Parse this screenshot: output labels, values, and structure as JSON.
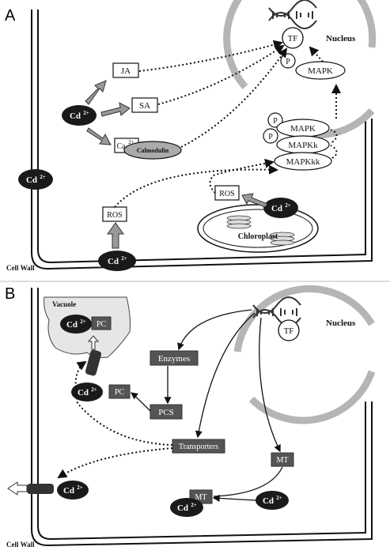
{
  "panel_a": {
    "label": "A",
    "nucleus": "Nucleus",
    "tf": "TF",
    "p": "P",
    "mapk": "MAPK",
    "mapkk": "MAPKk",
    "mapkkk": "MAPKkk",
    "ja": "JA",
    "sa": "SA",
    "ca": "Ca",
    "ca_sup": "2+",
    "calmodulin": "Calmodulin",
    "ros": "ROS",
    "chloroplast": "Chloroplast",
    "cell_wall": "Cell Wall",
    "cd": "Cd",
    "cd_sup": "2+"
  },
  "panel_b": {
    "label": "B",
    "vacuole": "Vacuole",
    "nucleus": "Nucleus",
    "tf": "TF",
    "pc": "PC",
    "enzymes": "Enzymes",
    "pcs": "PCS",
    "transporters": "Transporters",
    "mt": "MT",
    "cell_wall": "Cell Wall",
    "cd": "Cd",
    "cd_sup": "2+"
  },
  "colors": {
    "dark_box": "#555555",
    "light_box": "#ffffff",
    "cd_ellipse": "#1a1a1a",
    "nucleus_ring": "#b5b5b5",
    "arrow_fill": "#999999"
  }
}
